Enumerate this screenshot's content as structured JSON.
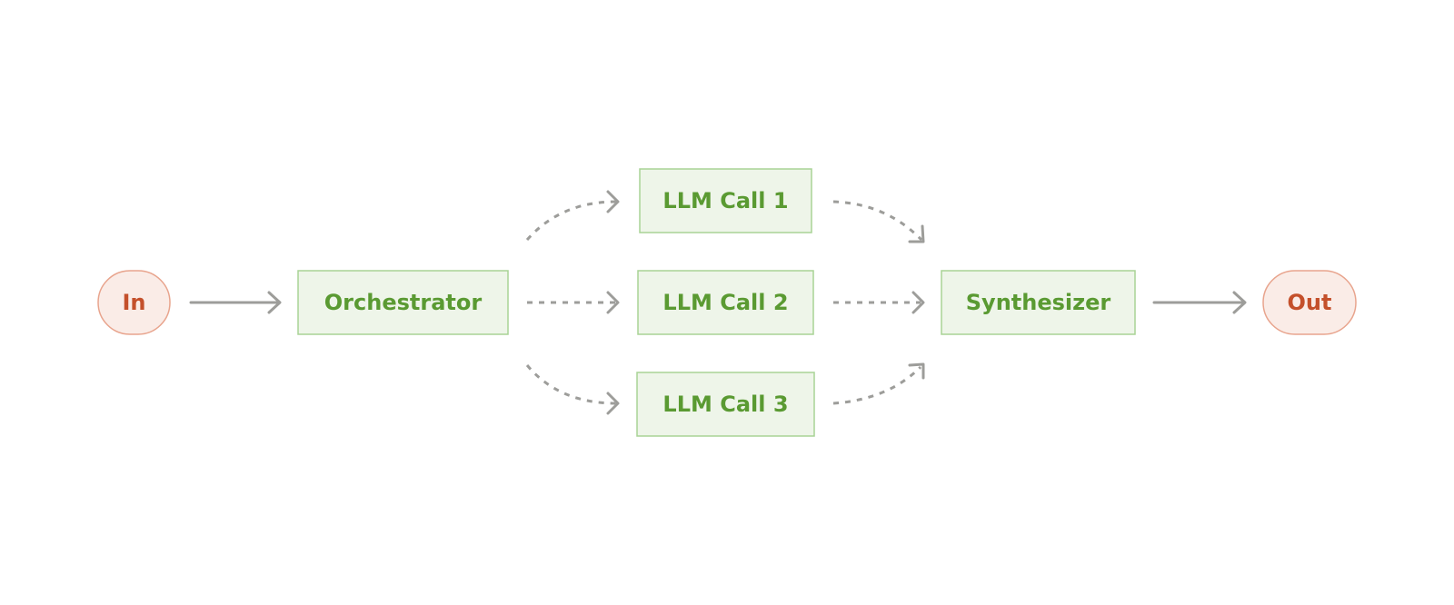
{
  "nodes": {
    "input": "In",
    "orchestrator": "Orchestrator",
    "llm_call_1": "LLM Call 1",
    "llm_call_2": "LLM Call 2",
    "llm_call_3": "LLM Call 3",
    "synthesizer": "Synthesizer",
    "output": "Out"
  },
  "colors": {
    "terminal_fill": "#faece7",
    "terminal_stroke": "#e8a48d",
    "terminal_text": "#c4502b",
    "step_fill": "#eef5e9",
    "step_stroke": "#a8d495",
    "step_text": "#5a9a32",
    "arrow": "#9d9d9a"
  }
}
